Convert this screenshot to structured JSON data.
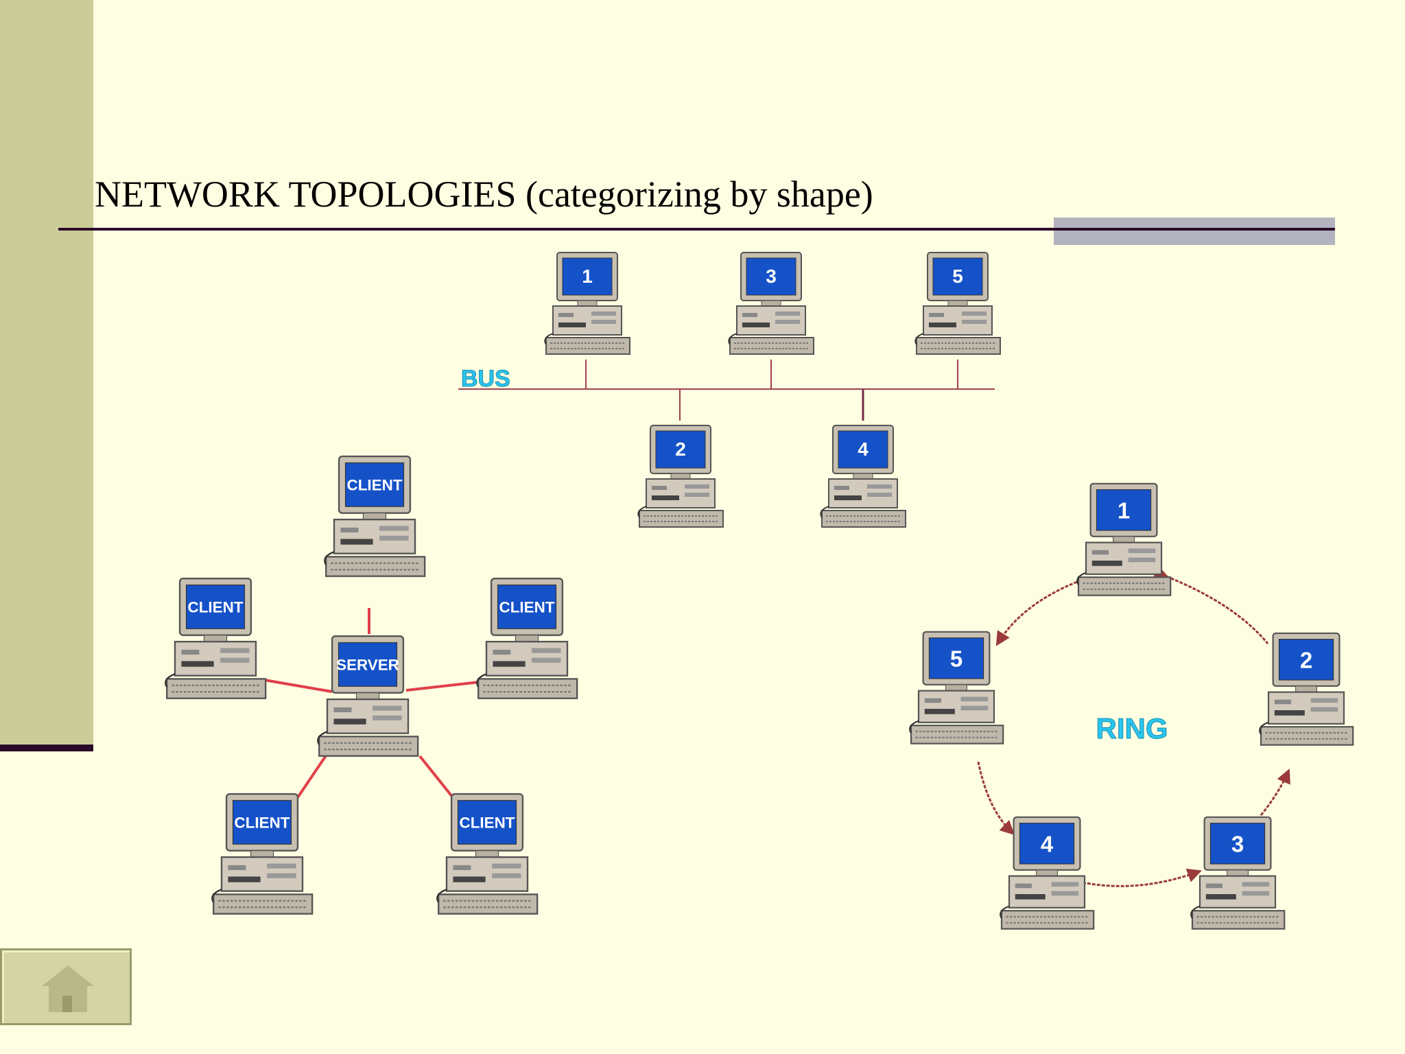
{
  "slide": {
    "title": "NETWORK TOPOLOGIES (categorizing by shape)"
  },
  "bus": {
    "label": "BUS",
    "nodes": [
      "1",
      "3",
      "5",
      "2",
      "4"
    ]
  },
  "star": {
    "server_label": "SERVER",
    "clients": [
      "CLIENT",
      "CLIENT",
      "CLIENT",
      "CLIENT",
      "CLIENT"
    ]
  },
  "ring": {
    "label": "RING",
    "nodes": [
      "1",
      "2",
      "3",
      "4",
      "5"
    ]
  },
  "navigation": {
    "home_icon": "home-icon"
  },
  "colors": {
    "background": "#fefee2",
    "sidebar": "#cccc99",
    "screen": "#1552c8",
    "topology_label": "#29c6f0",
    "bus_line": "#a04050",
    "star_link": "#e0404a",
    "ring_arrow": "#9a3a3a"
  }
}
